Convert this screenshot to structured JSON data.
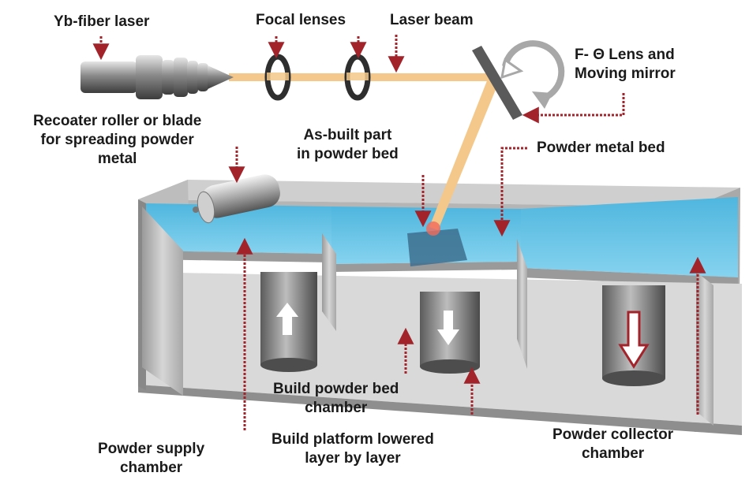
{
  "labels": {
    "yb_laser": "Yb-fiber laser",
    "focal_lenses": "Focal lenses",
    "laser_beam": "Laser beam",
    "ftheta": [
      "F- Θ Lens and",
      "Moving mirror"
    ],
    "recoater": [
      "Recoater roller or blade",
      "for spreading powder",
      "metal"
    ],
    "as_built": [
      "As-built part",
      "in powder bed"
    ],
    "powder_metal_bed": "Powder metal bed",
    "build_chamber": [
      "Build powder bed",
      "chamber"
    ],
    "build_platform": [
      "Build platform lowered",
      "layer by layer"
    ],
    "powder_supply": [
      "Powder supply",
      "chamber"
    ],
    "powder_collector": [
      "Powder collector",
      "chamber"
    ]
  },
  "colors": {
    "powder": "#63c6e8",
    "wall": "#c8c8c8",
    "beam": "#f3c88a",
    "arrow": "#a3232b"
  },
  "icons": [
    "laser-head-icon",
    "lens-icon",
    "mirror-icon",
    "rotate-icon",
    "roller-icon",
    "up-arrow-icon",
    "down-arrow-icon"
  ]
}
